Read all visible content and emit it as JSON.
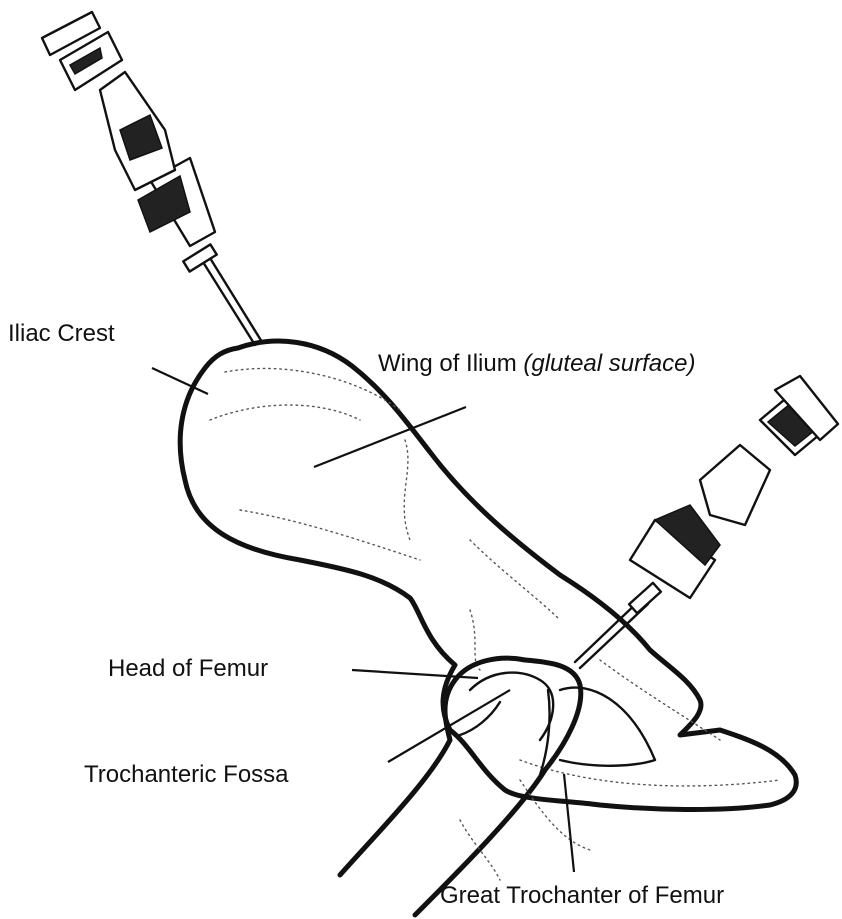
{
  "labels": {
    "iliac_crest": "Iliac Crest",
    "wing_of_ilium": "Wing of Ilium",
    "wing_of_ilium_note": "(gluteal surface)",
    "head_of_femur": "Head of Femur",
    "trochanteric_fossa": "Trochanteric Fossa",
    "great_trochanter": "Great Trochanter of Femur"
  },
  "icons": [
    "bone-marrow-needle-icon",
    "pelvis-bone-icon",
    "femur-bone-icon"
  ],
  "colors": {
    "ink": "#111111",
    "background": "#ffffff"
  }
}
